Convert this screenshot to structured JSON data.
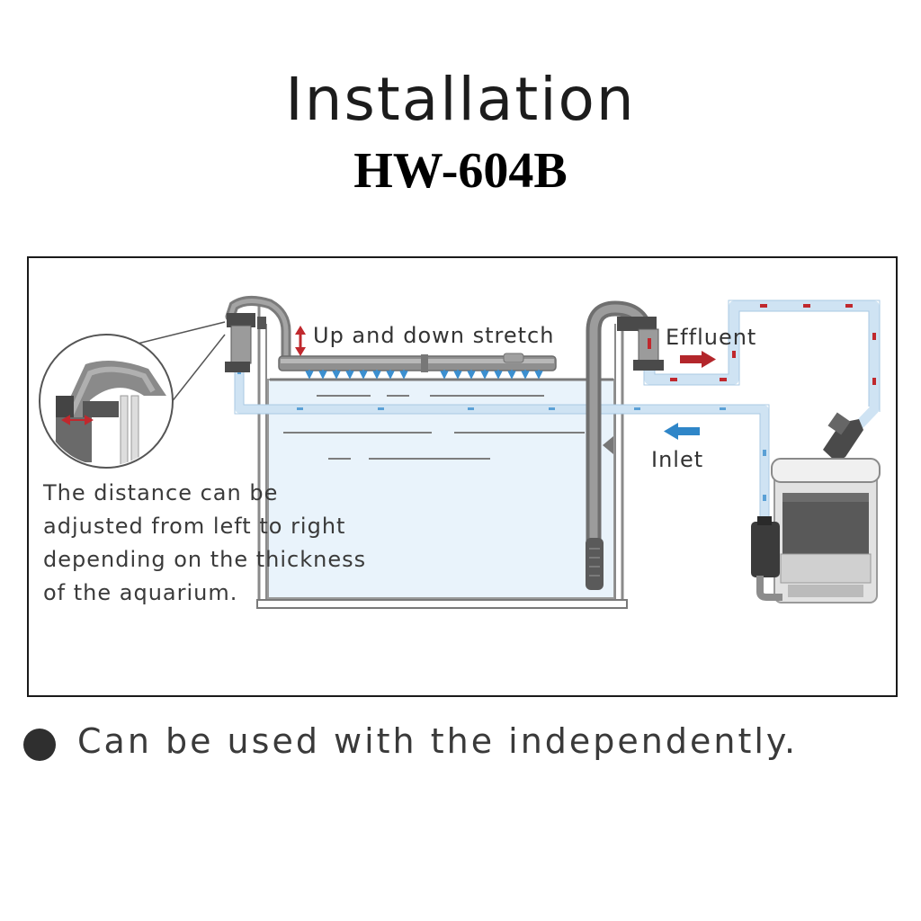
{
  "header": {
    "title": "Installation",
    "model": "HW-604B"
  },
  "diagram": {
    "labels": {
      "stretch": "Up and down stretch",
      "effluent": "Effluent",
      "inlet": "Inlet"
    },
    "note_lines": [
      "The distance can be",
      "adjusted from left to right",
      "depending on the thickness",
      "of the aquarium."
    ],
    "colors": {
      "tube": "#cfe3f3",
      "water": "#e8f3fb",
      "inlet_arrow": "#2f86c8",
      "effluent_arrow": "#b3262b",
      "filter_body": "#555555"
    }
  },
  "footer": {
    "bullet_text": "Can be used with the independently."
  }
}
